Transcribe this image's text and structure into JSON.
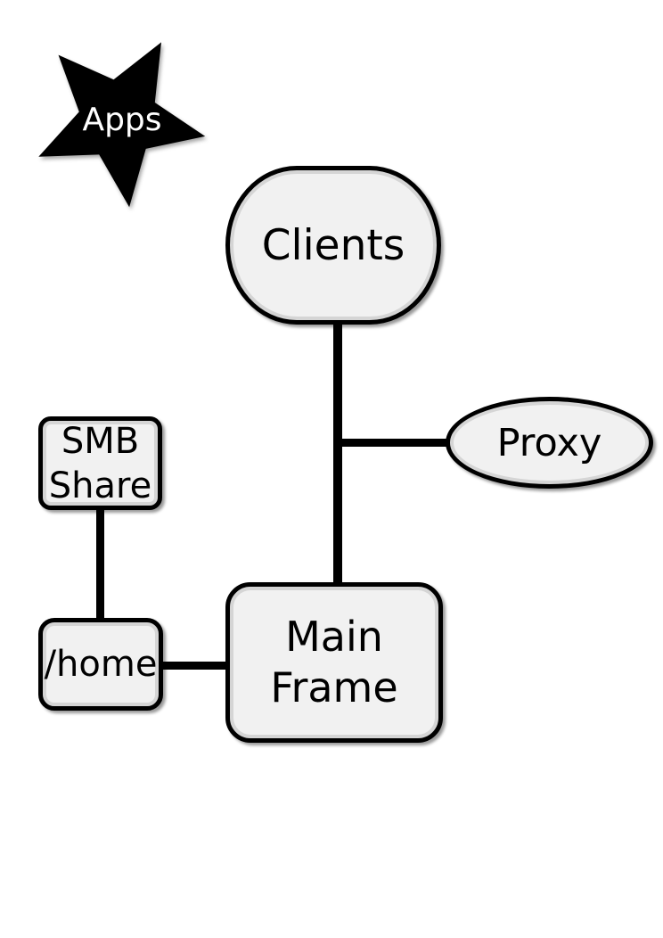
{
  "colors": {
    "background": "#ffffff",
    "node_fill": "#f1f1f1",
    "node_border": "#000000",
    "node_inner_stroke": "#d5d5d5",
    "edge": "#000000",
    "star_fill": "#000000",
    "star_label": "#ffffff",
    "label": "#000000"
  },
  "nodes": {
    "apps": {
      "label": "Apps",
      "shape": "star"
    },
    "clients": {
      "label": "Clients",
      "shape": "terminator"
    },
    "proxy": {
      "label": "Proxy",
      "shape": "ellipse"
    },
    "smb_share": {
      "label": "SMB Share",
      "lines": [
        "SMB",
        "Share"
      ],
      "shape": "rounded-rectangle"
    },
    "home": {
      "label": "/home",
      "shape": "rounded-rectangle"
    },
    "mainframe": {
      "label": "Main Frame",
      "lines": [
        "Main",
        "Frame"
      ],
      "shape": "rounded-rectangle"
    }
  },
  "edges": [
    {
      "from": "clients",
      "to": "mainframe"
    },
    {
      "from": "clients",
      "to": "proxy"
    },
    {
      "from": "smb_share",
      "to": "home"
    },
    {
      "from": "home",
      "to": "mainframe"
    }
  ]
}
